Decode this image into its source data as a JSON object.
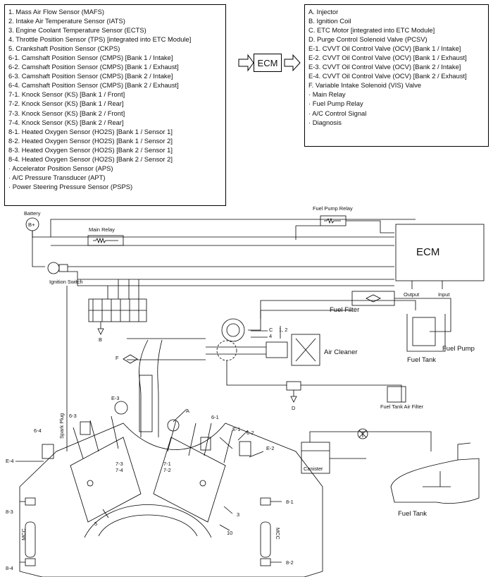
{
  "inputs": [
    "1. Mass Air Flow Sensor (MAFS)",
    "2. Intake Air Temperature Sensor (IATS)",
    "3. Engine Coolant Temperature Sensor (ECTS)",
    "4. Throttle Position Sensor (TPS) [integrated into ETC Module]",
    "5. Crankshaft Position Sensor (CKPS)",
    "6-1. Camshaft Position Sensor (CMPS) [Bank 1 / Intake]",
    "6-2. Camshaft Position Sensor (CMPS) [Bank 1 / Exhaust]",
    "6-3. Camshaft Position Sensor (CMPS) [Bank 2 / Intake]",
    "6-4. Camshaft Position Sensor (CMPS) [Bank 2 / Exhaust]",
    "7-1. Knock Sensor (KS) [Bank 1 / Front]",
    "7-2. Knock Sensor (KS) [Bank 1 / Rear]",
    "7-3. Knock Sensor (KS) [Bank 2 / Front]",
    "7-4. Knock Sensor (KS) [Bank 2 / Rear]",
    "8-1. Heated Oxygen Sensor (HO2S) [Bank 1 / Sensor 1]",
    "8-2. Heated Oxygen Sensor (HO2S) [Bank 1 / Sensor 2]",
    "8-3. Heated Oxygen Sensor (HO2S) [Bank 2 / Sensor 1]",
    "8-4. Heated Oxygen Sensor (HO2S) [Bank 2 / Sensor 2]",
    "· Accelerator Position Sensor (APS)",
    "· A/C Pressure Transducer (APT)",
    "· Power Steering Pressure Sensor (PSPS)"
  ],
  "outputs": [
    "A. Injector",
    "B. Ignition Coil",
    "C. ETC Motor [integrated into ETC Module]",
    "D. Purge Control Solenoid Valve (PCSV)",
    "E-1. CVVT Oil Control Valve (OCV) [Bank 1 / Intake]",
    "E-2. CVVT Oil Control Valve (OCV) [Bank 1 / Exhaust]",
    "E-3. CVVT Oil Control Valve (OCV) [Bank 2 / Intake]",
    "E-4. CVVT Oil Control Valve (OCV) [Bank 2 / Exhaust]",
    "F. Variable Intake Solenoid (VIS) Valve",
    "· Main Relay",
    "· Fuel Pump Relay",
    "· A/C Control Signal",
    "· Diagnosis"
  ],
  "center_ecm": "ECM",
  "labels": {
    "battery": "Battery",
    "battery_symbol": "B+",
    "main_relay": "Main Relay",
    "fuel_pump_relay": "Fuel Pump Relay",
    "ecm": "ECM",
    "output": "Output",
    "input": "Input",
    "ignition_switch": "Ignition Switch",
    "fuel_filter": "Fuel Filter",
    "fuel_pump": "Fuel Pump",
    "fuel_tank_top": "Fuel Tank",
    "fuel_tank_bottom": "Fuel Tank",
    "fuel_tank_air_filter": "Fuel Tank Air Filter",
    "air_cleaner": "Air Cleaner",
    "canister": "Canister",
    "spark_plug": "Spark Plug",
    "mcc_left": "MCC",
    "mcc_right": "MCC",
    "B": "B",
    "C": "C",
    "D": "D",
    "F": "F",
    "A": "A",
    "n4": "4",
    "n1_2": "1, 2",
    "n6_3": "6-3",
    "E_3": "E-3",
    "n6_4": "6-4",
    "E_4": "E-4",
    "n6_1": "6-1",
    "E_1": "E-1",
    "n6_2": "6-2",
    "E_2": "E-2",
    "n7_3": "7-3",
    "n7_4": "7-4",
    "n7_1": "7-1",
    "n7_2": "7-2",
    "n8_1": "8-1",
    "n8_2": "8-2",
    "n8_3": "8-3",
    "n8_4": "8-4",
    "n3": "3",
    "n5": "5",
    "n10": "10"
  }
}
